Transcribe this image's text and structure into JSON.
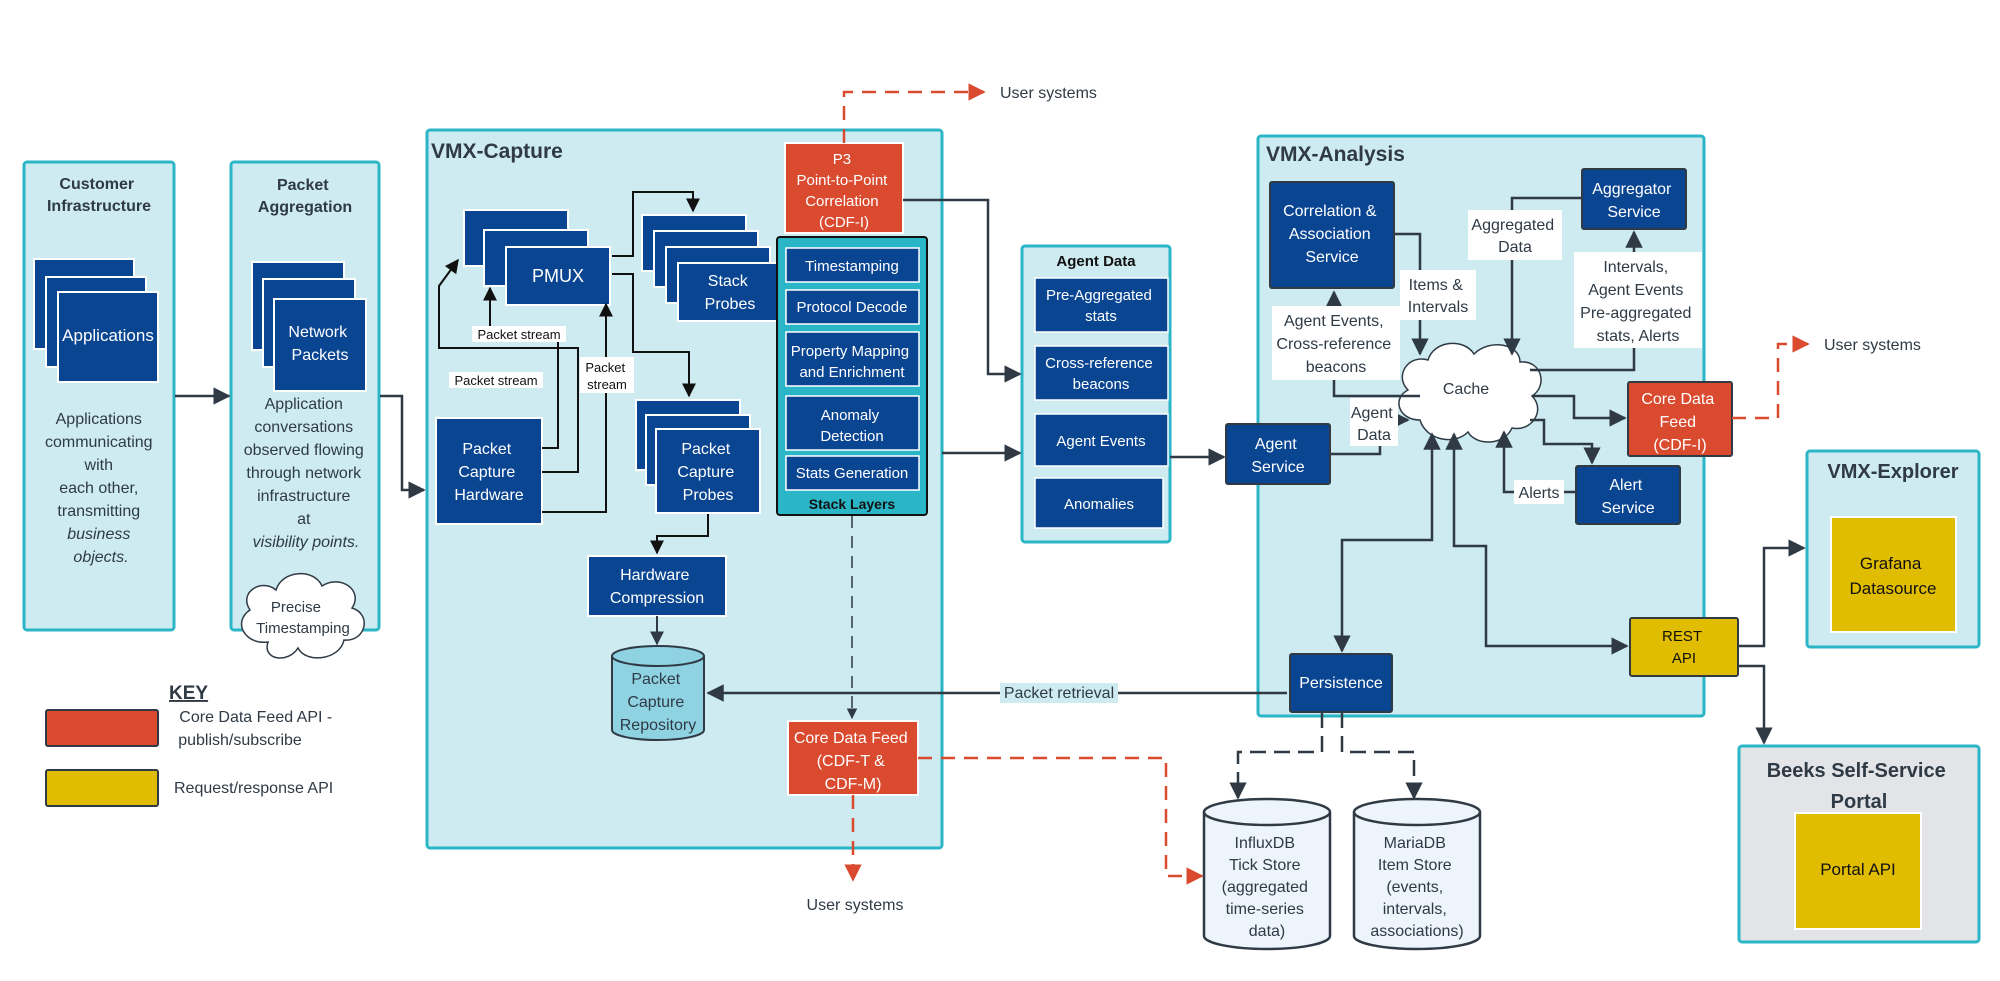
{
  "colors": {
    "panel_fill": "#cdebf0",
    "panel_stroke": "#2bb6c7",
    "dark_blue": "#0a4592",
    "red": "#d94a2f",
    "yellow": "#e0bd00",
    "teal": "#2bb6c7",
    "gray_panel": "#e2e4e8",
    "arrow": "#2f3a45"
  },
  "customer": {
    "title": [
      "Customer",
      "Infrastructure"
    ],
    "stack_label": "Applications",
    "desc": [
      "Applications",
      "communicating",
      "with",
      "each other,",
      "transmitting",
      "business",
      "objects."
    ]
  },
  "aggregation": {
    "title": [
      "Packet",
      "Aggregation"
    ],
    "stack_label": [
      "Network",
      "Packets"
    ],
    "desc": [
      "Application",
      "conversations",
      "observed flowing",
      "through network",
      "infrastructure",
      "at",
      "visibility points."
    ],
    "cloud": [
      "Precise",
      "Timestamping"
    ]
  },
  "capture": {
    "title": "VMX-Capture",
    "pmux": "PMUX",
    "stack_probes": [
      "Stack",
      "Probes"
    ],
    "hardware": [
      "Packet",
      "Capture",
      "Hardware"
    ],
    "probes": [
      "Packet",
      "Capture",
      "Probes"
    ],
    "compression": [
      "Hardware",
      "Compression"
    ],
    "repository": [
      "Packet",
      "Capture",
      "Repository"
    ],
    "p3": [
      "P3",
      "Point-to-Point",
      "Correlation",
      "(CDF-I)"
    ],
    "cdf": [
      "Core Data Feed",
      "(CDF-T &",
      "CDF-M)"
    ],
    "stack_layers": {
      "label": "Stack Layers",
      "items": [
        [
          "Timestamping"
        ],
        [
          "Protocol Decode"
        ],
        [
          "Property Mapping",
          "and Enrichment"
        ],
        [
          "Anomaly",
          "Detection"
        ],
        [
          "Stats Generation"
        ]
      ]
    },
    "packet_stream": "Packet stream",
    "packet_stream_v": [
      "Packet",
      "stream"
    ]
  },
  "agent_data": {
    "title": "Agent Data",
    "items": [
      [
        "Pre-Aggregated",
        "stats"
      ],
      [
        "Cross-reference",
        "beacons"
      ],
      [
        "Agent Events"
      ],
      [
        "Anomalies"
      ]
    ]
  },
  "analysis": {
    "title": "VMX-Analysis",
    "correlation": [
      "Correlation &",
      "Association",
      "Service"
    ],
    "aggregator": [
      "Aggregator",
      "Service"
    ],
    "cache": "Cache",
    "agent_service": [
      "Agent",
      "Service"
    ],
    "alert_service": [
      "Alert",
      "Service"
    ],
    "core_feed": [
      "Core Data",
      "Feed",
      "(CDF-I)"
    ],
    "rest": [
      "REST",
      "API"
    ],
    "persistence": "Persistence",
    "label_aggregated": [
      "Aggregated",
      "Data"
    ],
    "label_items": [
      "Items &",
      "Intervals"
    ],
    "label_events": [
      "Agent Events,",
      "Cross-reference",
      "beacons"
    ],
    "label_intervals": [
      "Intervals,",
      "Agent Events",
      "Pre-aggregated",
      "stats, Alerts"
    ],
    "label_agent_data": [
      "Agent",
      "Data"
    ],
    "label_alerts": "Alerts"
  },
  "explorer": {
    "title": "VMX-Explorer",
    "grafana": [
      "Grafana",
      "Datasource"
    ]
  },
  "portal": {
    "title": [
      "Beeks Self-Service",
      "Portal"
    ],
    "api": "Portal API"
  },
  "stores": {
    "influx": [
      "InfluxDB",
      "Tick Store",
      "(aggregated",
      "time-series",
      "data)"
    ],
    "maria": [
      "MariaDB",
      "Item Store",
      "(events,",
      "intervals,",
      "associations)"
    ]
  },
  "user_systems": "User systems",
  "packet_retrieval": "Packet retrieval",
  "key": {
    "title": "KEY",
    "red": [
      "Core Data Feed API -",
      "publish/subscribe"
    ],
    "yellow": "Request/response API"
  }
}
